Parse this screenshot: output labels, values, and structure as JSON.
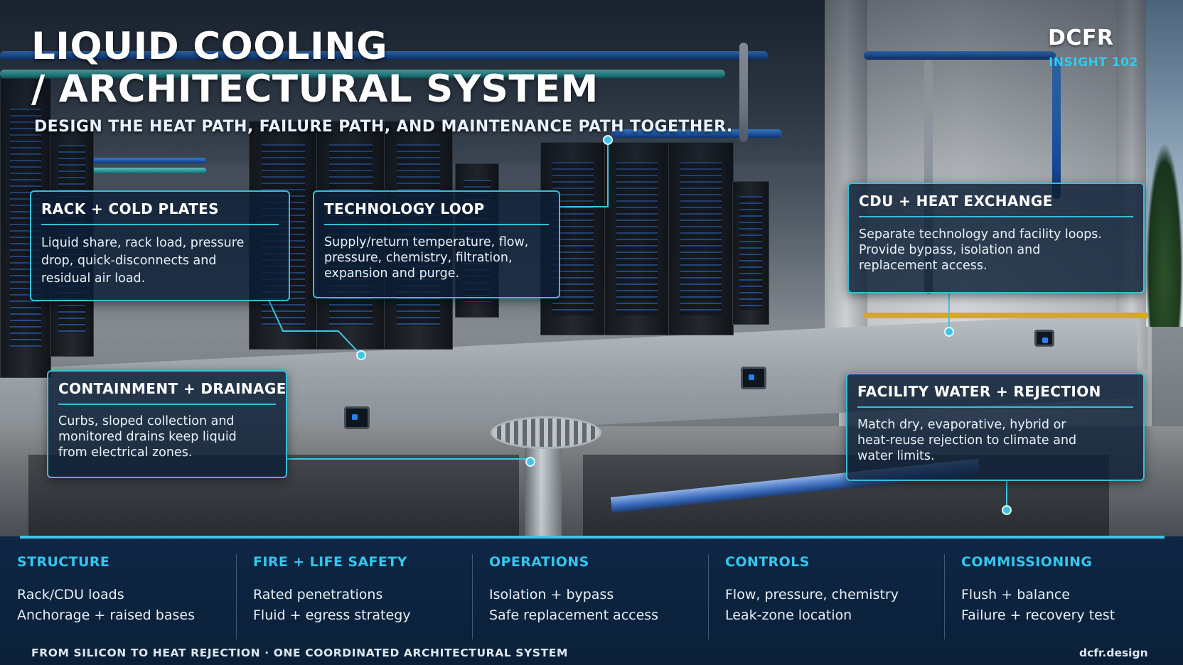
{
  "header": {
    "title_line1": "LIQUID COOLING",
    "title_line2": "/ ARCHITECTURAL SYSTEM",
    "subtitle": "DESIGN THE HEAT PATH, FAILURE PATH, AND MAINTENANCE PATH TOGETHER.",
    "brand": "DCFR",
    "brand_sub": "INSIGHT 102"
  },
  "callouts": {
    "rack": {
      "title": "RACK + COLD PLATES",
      "lines": [
        "Liquid share, rack load, pressure",
        "drop, quick-disconnects and",
        "residual air load."
      ]
    },
    "tech_loop": {
      "title": "TECHNOLOGY LOOP",
      "lines": [
        "Supply/return temperature, flow,",
        "pressure, chemistry, filtration,",
        "expansion and purge."
      ]
    },
    "cdu": {
      "title": "CDU + HEAT EXCHANGE",
      "lines": [
        "Separate technology and facility loops.",
        "Provide bypass, isolation and",
        "replacement access."
      ]
    },
    "containment": {
      "title": "CONTAINMENT + DRAINAGE",
      "lines": [
        "Curbs, sloped collection and",
        "monitored drains keep liquid",
        "from electrical zones."
      ]
    },
    "facility": {
      "title": "FACILITY WATER + REJECTION",
      "lines": [
        "Match dry, evaporative, hybrid or",
        "heat-reuse rejection to climate and",
        "water limits."
      ]
    }
  },
  "columns": [
    {
      "title": "STRUCTURE",
      "lines": [
        "Rack/CDU loads",
        "Anchorage + raised bases"
      ]
    },
    {
      "title": "FIRE + LIFE SAFETY",
      "lines": [
        "Rated penetrations",
        "Fluid + egress strategy"
      ]
    },
    {
      "title": "OPERATIONS",
      "lines": [
        "Isolation + bypass",
        "Safe replacement access"
      ]
    },
    {
      "title": "CONTROLS",
      "lines": [
        "Flow, pressure, chemistry",
        "Leak-zone location"
      ]
    },
    {
      "title": "COMMISSIONING",
      "lines": [
        "Flush + balance",
        "Failure + recovery test"
      ]
    }
  ],
  "footer": {
    "tagline": "FROM SILICON TO HEAT REJECTION · ONE COORDINATED ARCHITECTURAL SYSTEM",
    "url": "dcfr.design"
  },
  "colors": {
    "accent": "#38bcd8",
    "heading_accent": "#37c5ee",
    "band": "#0e2745",
    "card_bg": "#0c1e36"
  },
  "icons": [
    "callout-dot-icon",
    "leak-sensor-icon",
    "floor-drain-icon"
  ]
}
